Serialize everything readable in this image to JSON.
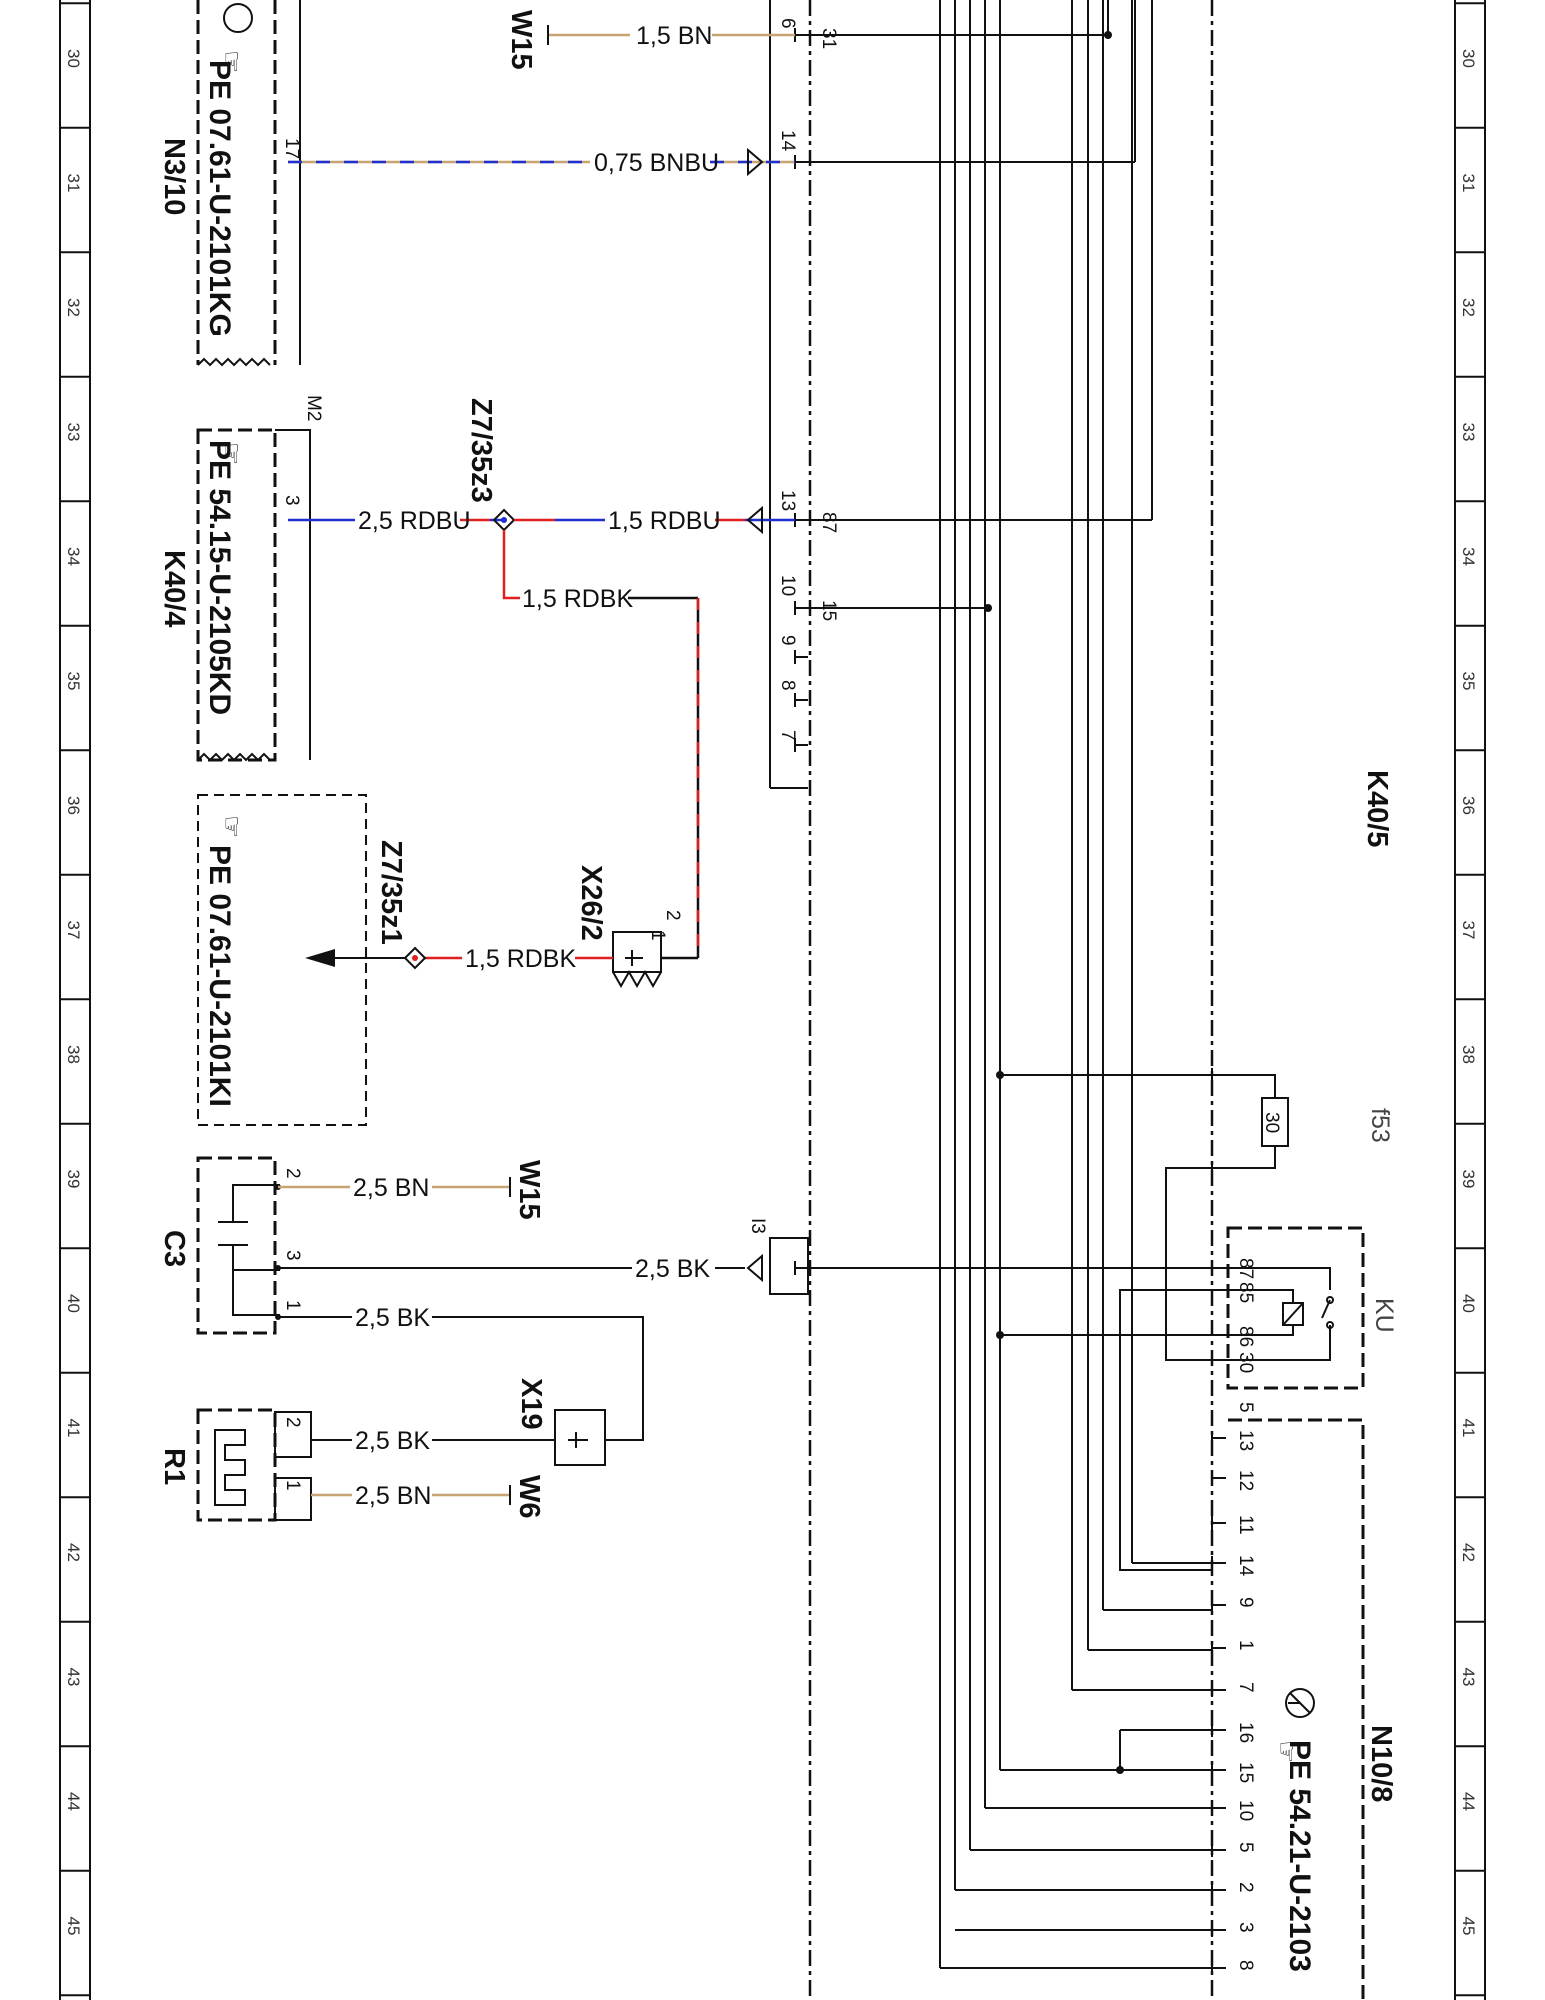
{
  "grid": {
    "rows": [
      "30",
      "31",
      "32",
      "33",
      "34",
      "35",
      "36",
      "37",
      "38",
      "39",
      "40",
      "41",
      "42",
      "43",
      "44",
      "45"
    ]
  },
  "colors": {
    "brown": "#c8a373",
    "blue": "#1f2fd0",
    "red": "#e02020",
    "black": "#111111"
  },
  "components": {
    "n3_10": {
      "ref": "N3/10",
      "doc": "PE 07.61-U-2101KG",
      "pin": "17"
    },
    "k40_4": {
      "ref": "K40/4",
      "doc": "PE 54.15-U-2105KD",
      "pin": "3",
      "pin_top": "M2"
    },
    "pe_ki": {
      "doc": "PE 07.61-U-2101KI"
    },
    "c3": {
      "ref": "C3",
      "pins": [
        "2",
        "3",
        "1"
      ]
    },
    "r1": {
      "ref": "R1",
      "pins": [
        "2",
        "1"
      ]
    },
    "k40_5": {
      "ref": "K40/5"
    },
    "f53": {
      "ref": "f53",
      "rating": "30"
    },
    "ku": {
      "ref": "KU",
      "pins": [
        "87",
        "85",
        "86",
        "30"
      ]
    },
    "n10_8": {
      "ref": "N10/8",
      "doc": "PE 54.21-U-2103",
      "pin_group": "5",
      "pins": [
        "13",
        "12",
        "11",
        "14",
        "9",
        "1",
        "7",
        "16",
        "15",
        "10",
        "5",
        "2",
        "3",
        "8"
      ]
    },
    "connector_left": {
      "pins": [
        "6",
        "14",
        "13",
        "10",
        "9",
        "8",
        "7"
      ],
      "pin_i3": "I3"
    },
    "connector_right": {
      "pins": [
        "31",
        "87",
        "15"
      ]
    }
  },
  "points": {
    "w15_top": "W15",
    "w15_mid": "W15",
    "w6": "W6",
    "z7_35z3": "Z7/35z3",
    "z7_35z1": "Z7/35z1",
    "x26_2": "X26/2",
    "x26_2_pins": [
      "2",
      "1"
    ],
    "x19": "X19"
  },
  "wires": {
    "w1": "1,5 BN",
    "w2": "0,75 BNBU",
    "w3": "2,5 RDBU",
    "w4": "1,5 RDBU",
    "w5": "1,5 RDBK",
    "w6": "1,5 RDBK",
    "w7": "2,5 BN",
    "w8": "2,5 BK",
    "w9": "2,5 BK",
    "w10": "2,5 BK",
    "w11": "2,5 BN"
  }
}
